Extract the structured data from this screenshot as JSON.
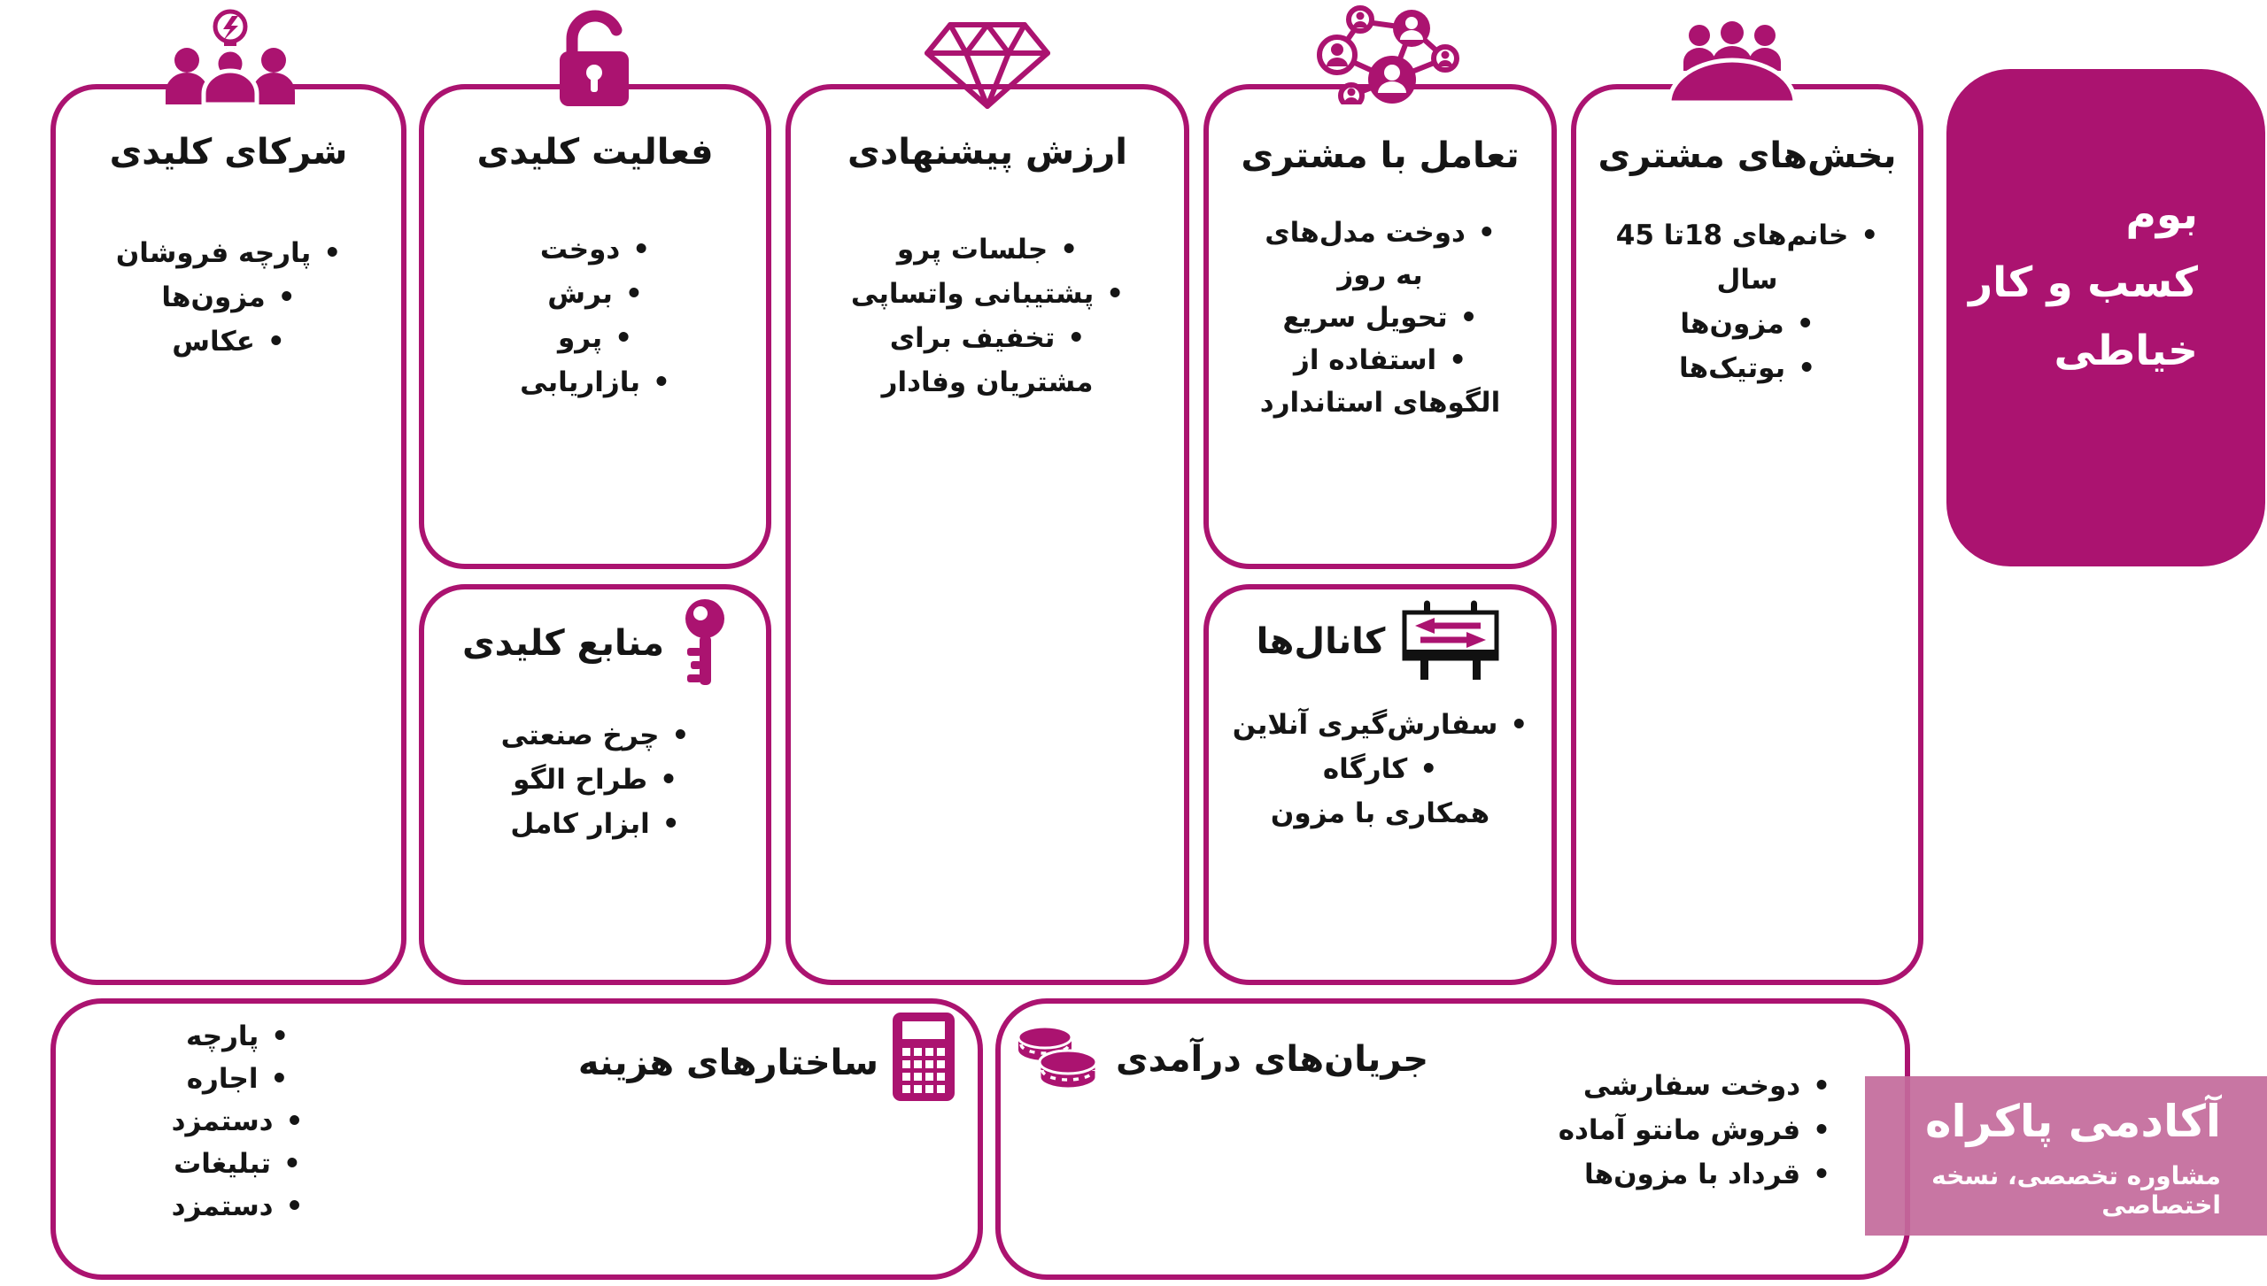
{
  "canvas": {
    "title_lines": [
      "بوم",
      "کسب و کار",
      "خیاطی"
    ]
  },
  "colors": {
    "accent": "#AB1370",
    "watermark": "#C36A9B",
    "text": "#151515",
    "background": "#FFFFFF"
  },
  "icons": {
    "partners": "people-lightbulb-icon",
    "activities": "open-padlock-icon",
    "value": "diamond-icon",
    "interaction": "people-network-icon",
    "segments": "meeting-table-icon",
    "resources": "key-icon",
    "channels": "billboard-arrows-icon",
    "costs": "calculator-icon",
    "revenue": "coins-icon"
  },
  "sections": {
    "partners": {
      "title": "شرکای کلیدی",
      "items": [
        "پارچه فروشان",
        "مزون‌ها",
        "عکاس"
      ]
    },
    "activities": {
      "title": "فعالیت کلیدی",
      "items": [
        "دوخت",
        "برش",
        "پرو",
        "بازاریابی"
      ]
    },
    "resources": {
      "title": "منابع کلیدی",
      "items": [
        "چرخ صنعتی",
        "طراح الگو",
        "ابزار کامل"
      ]
    },
    "value": {
      "title": "ارزش پیشنهادی",
      "items": [
        "جلسات پرو",
        "پشتیبانی واتساپی",
        "تخفیف برای مشتریان وفادار"
      ]
    },
    "interaction": {
      "title": "تعامل با مشتری",
      "items": [
        "دوخت مدل‌های به روز",
        "تحویل سریع",
        "استفاده از الگوهای استاندارد"
      ]
    },
    "channels": {
      "title": "کانال‌ها",
      "items": [
        "سفارش‌گیری آنلاین",
        "کارگاه",
        "همکاری با مزون"
      ]
    },
    "segments": {
      "title": "بخش‌های مشتری",
      "items": [
        "خانم‌های 18تا 45 سال",
        "مزون‌ها",
        "بوتیک‌ها"
      ]
    },
    "costs": {
      "title": "ساختارهای هزینه",
      "items": [
        "پارچه",
        "اجاره",
        "دستمزد",
        "تبلیغات",
        "دستمزد"
      ]
    },
    "revenue": {
      "title": "جریان‌های درآمدی",
      "items": [
        "دوخت سفارشی",
        "فروش مانتو آماده",
        "قرداد با مزون‌ها"
      ]
    }
  },
  "footer": {
    "brand": "آکادمی پاکراه",
    "tagline": "مشاوره تخصصی، نسخه اختصاصی"
  }
}
